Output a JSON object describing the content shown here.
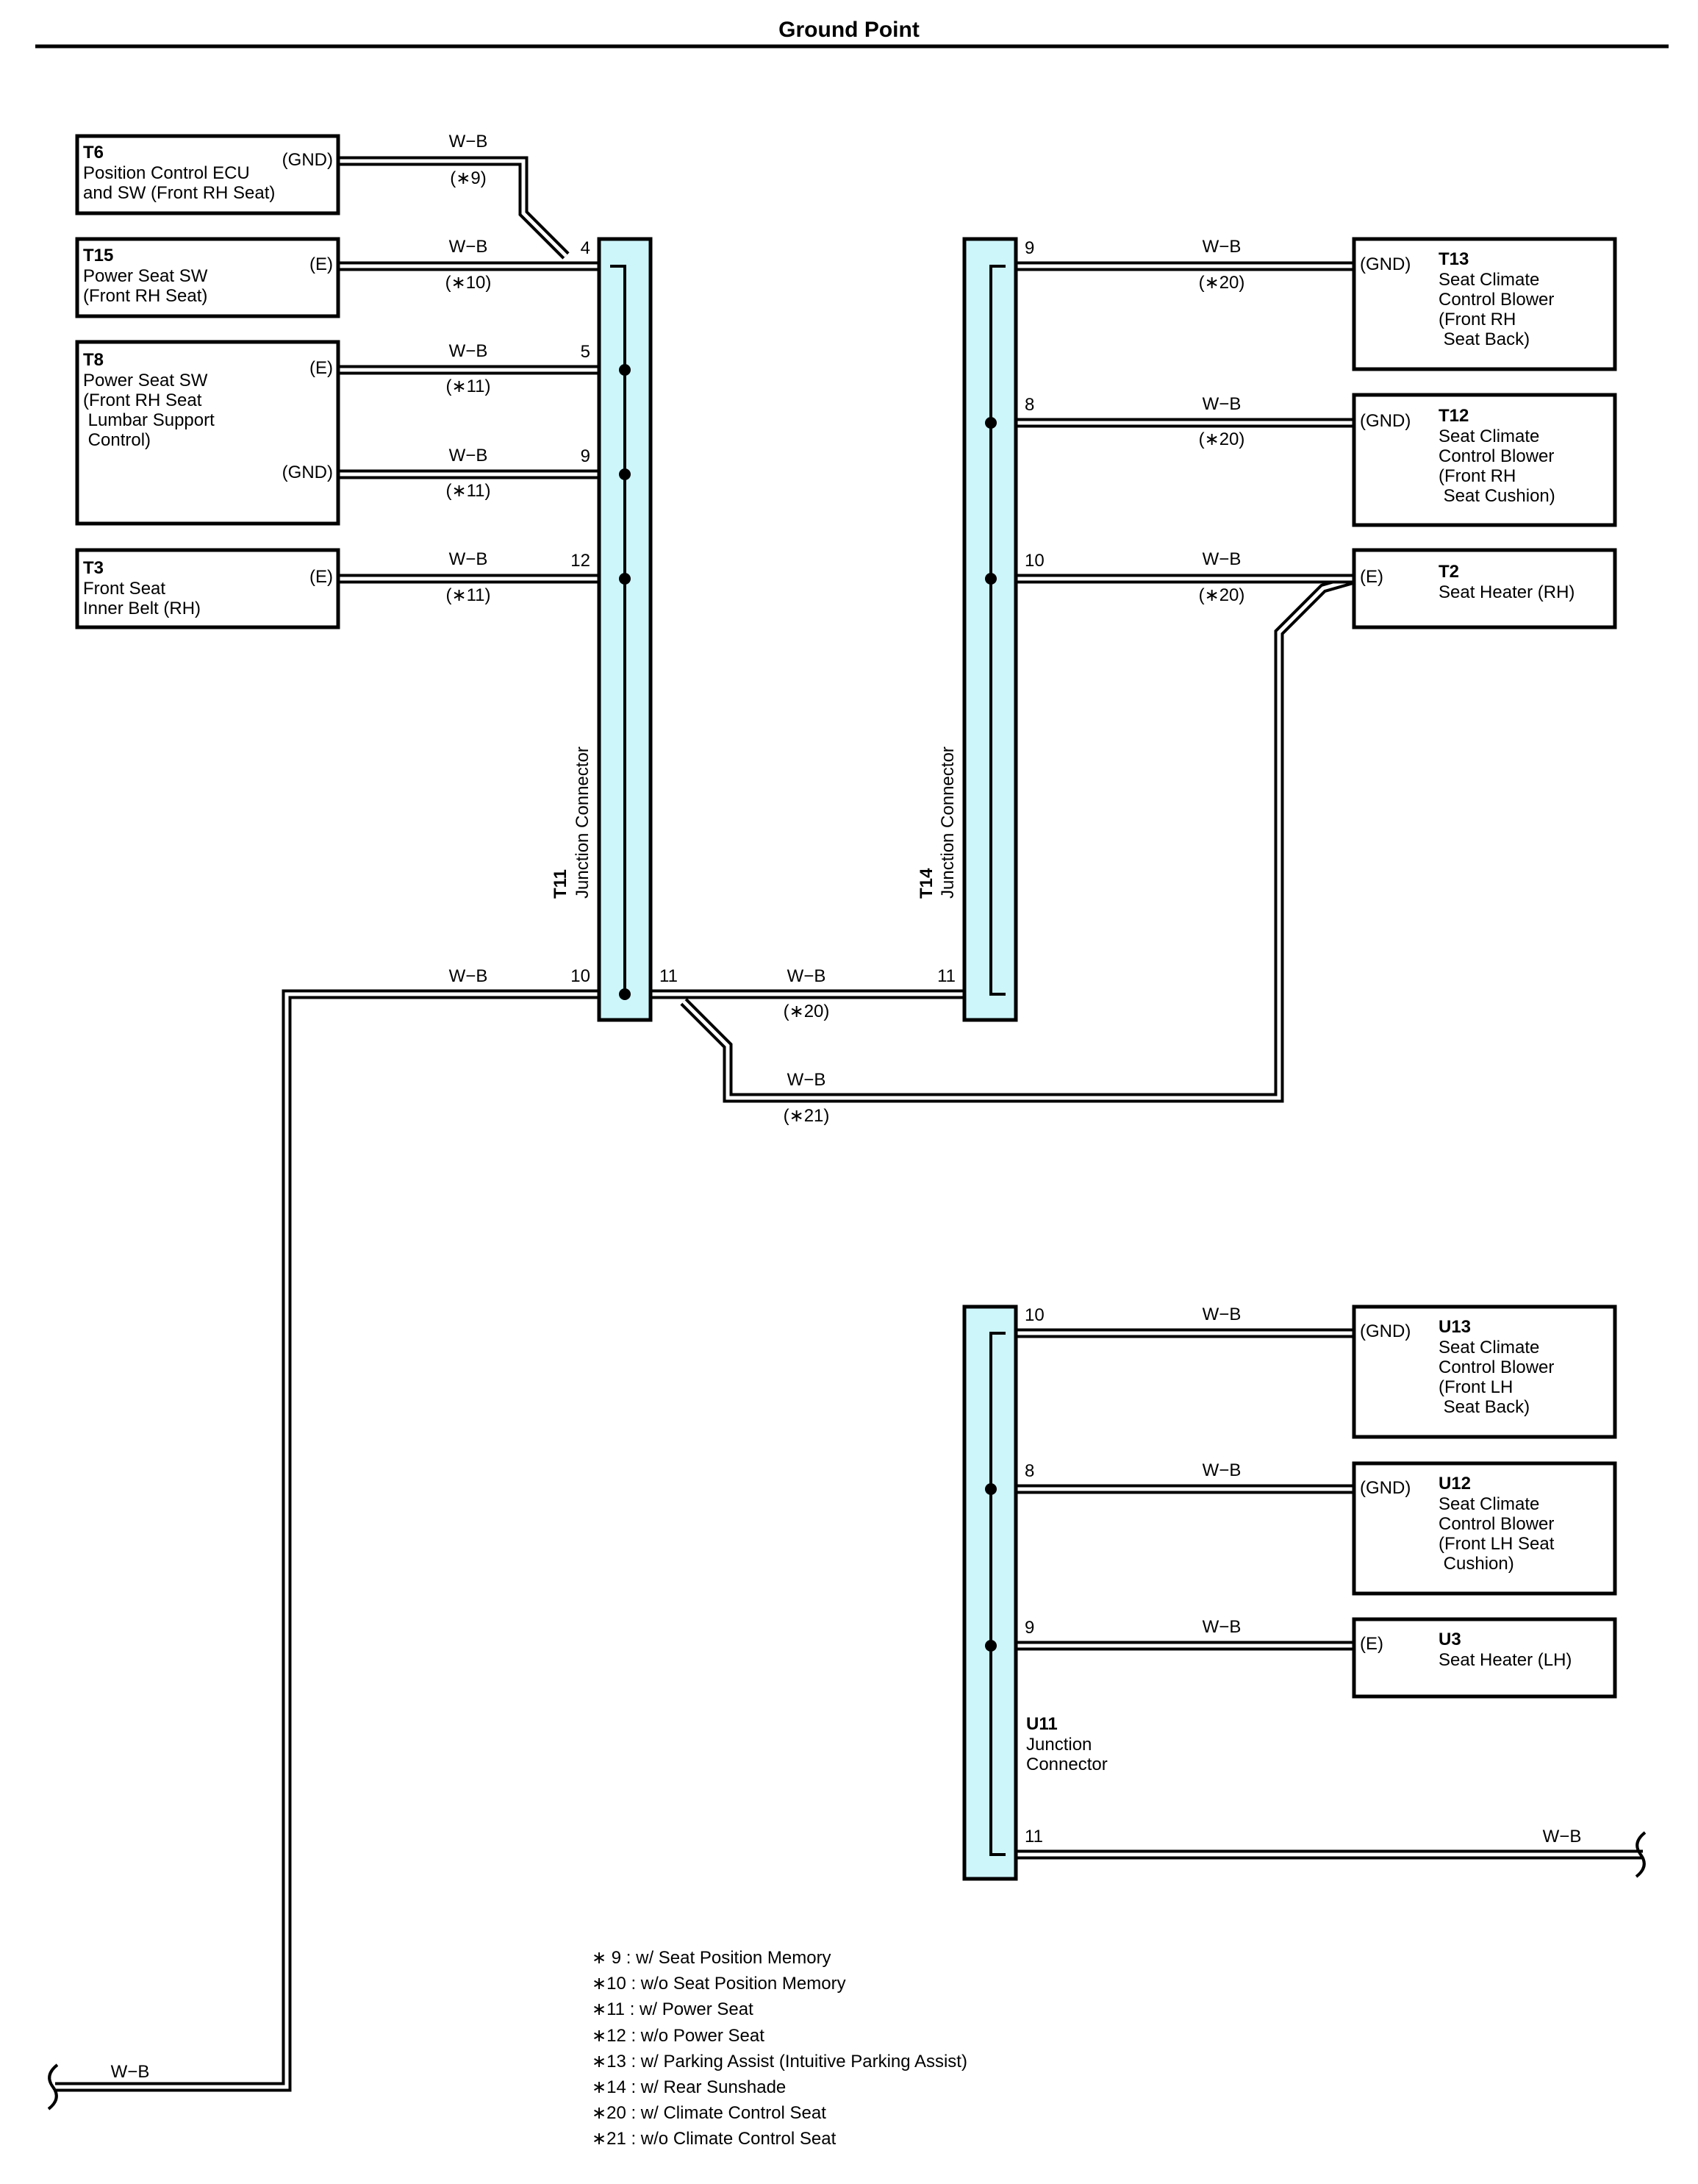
{
  "title": "Ground Point",
  "wire_color": "W−B",
  "components": {
    "T6": {
      "id": "T6",
      "lines": [
        "Position Control ECU",
        "and SW (Front RH Seat)"
      ],
      "pins": [
        "(GND)"
      ]
    },
    "T15": {
      "id": "T15",
      "lines": [
        "Power Seat SW",
        "(Front RH Seat)"
      ],
      "pins": [
        "(E)"
      ]
    },
    "T8": {
      "id": "T8",
      "lines": [
        "Power Seat SW",
        "(Front RH Seat",
        " Lumbar Support",
        " Control)"
      ],
      "pins": [
        "(E)",
        "(GND)"
      ]
    },
    "T3": {
      "id": "T3",
      "lines": [
        "Front Seat",
        "Inner Belt (RH)"
      ],
      "pins": [
        "(E)"
      ]
    },
    "T13": {
      "id": "T13",
      "lines": [
        "Seat Climate",
        "Control Blower",
        "(Front RH",
        " Seat Back)"
      ],
      "pins": [
        "(GND)"
      ]
    },
    "T12": {
      "id": "T12",
      "lines": [
        "Seat Climate",
        "Control Blower",
        "(Front RH",
        " Seat Cushion)"
      ],
      "pins": [
        "(GND)"
      ]
    },
    "T2": {
      "id": "T2",
      "lines": [
        "Seat Heater (RH)"
      ],
      "pins": [
        "(E)"
      ]
    },
    "U13": {
      "id": "U13",
      "lines": [
        "Seat Climate",
        "Control Blower",
        "(Front LH",
        " Seat Back)"
      ],
      "pins": [
        "(GND)"
      ]
    },
    "U12": {
      "id": "U12",
      "lines": [
        "Seat Climate",
        "Control Blower",
        "(Front LH Seat",
        " Cushion)"
      ],
      "pins": [
        "(GND)"
      ]
    },
    "U3": {
      "id": "U3",
      "lines": [
        "Seat Heater (LH)"
      ],
      "pins": [
        "(E)"
      ]
    }
  },
  "junctions": {
    "T11": {
      "id": "T11",
      "name": "Junction Connector",
      "pins": [
        "4",
        "5",
        "9",
        "12",
        "10",
        "11"
      ]
    },
    "T14": {
      "id": "T14",
      "name": "Junction Connector",
      "pins": [
        "9",
        "8",
        "10",
        "11"
      ]
    },
    "U11": {
      "id": "U11",
      "name_lines": [
        "Junction",
        "Connector"
      ],
      "pins": [
        "10",
        "8",
        "9",
        "11"
      ]
    }
  },
  "wire_notes": {
    "t6": "(∗9)",
    "t15": "(∗10)",
    "t8e": "(∗11)",
    "t8gnd": "(∗11)",
    "t3": "(∗11)",
    "t13": "(∗20)",
    "t12": "(∗20)",
    "t2": "(∗20)",
    "t11_t14": "(∗20)",
    "t11_t2": "(∗21)"
  },
  "legend": [
    "∗ 9 : w/ Seat Position Memory",
    "∗10 : w/o Seat Position Memory",
    "∗11 : w/ Power Seat",
    "∗12 : w/o Power Seat",
    "∗13 : w/ Parking Assist (Intuitive Parking Assist)",
    "∗14 : w/ Rear Sunshade",
    "∗20 : w/ Climate Control Seat",
    "∗21 : w/o Climate Control Seat"
  ]
}
